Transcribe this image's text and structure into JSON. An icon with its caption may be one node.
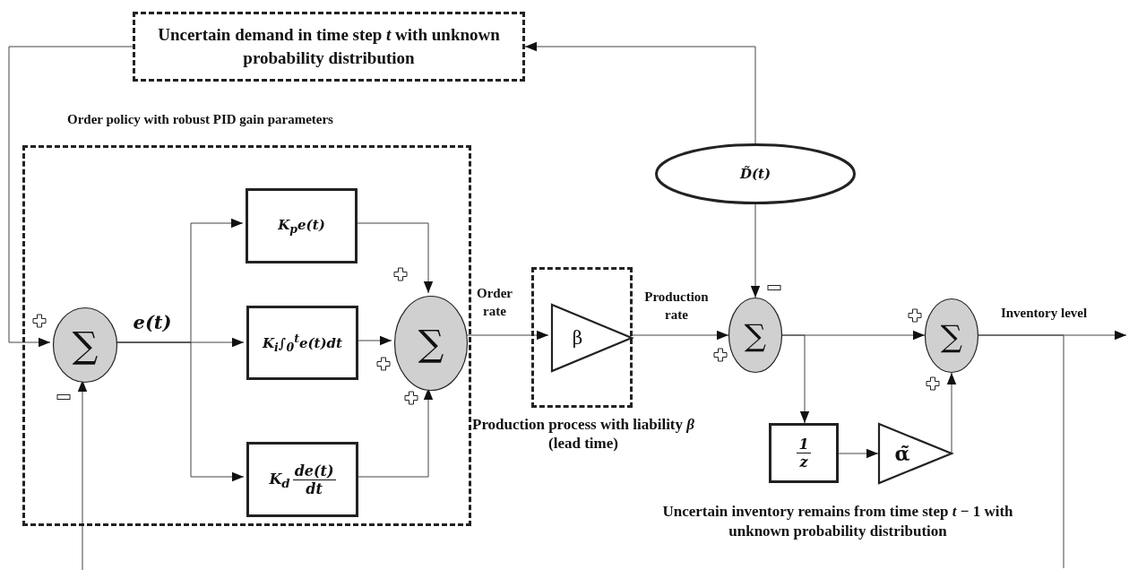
{
  "diagram": {
    "nodes": [
      {
        "text": [
          "Uncertain demand in time step *t* with unknown probability distribution"
        ]
      },
      {
        "text": [
          "Order policy with robust PID gain parameters"
        ]
      },
      {
        "text": [
          "∑"
        ],
        "in": 1
      },
      {
        "text": [
          "K$_{p}$e(t)"
        ],
        "in": 1
      },
      {
        "text": [
          "K$_{i}$∫$_{0}$$^{t}$e(t)dt"
        ],
        "in": 1
      },
      {
        "text": [
          "K$_{d}$",
          "de(t)",
          "dt"
        ],
        "in": 1
      },
      {
        "text": [
          "∑"
        ],
        "in": 1
      },
      {
        "text": [
          "Production process with liability *β* (lead time)"
        ]
      },
      {
        "text": [
          "β"
        ],
        "in": 7
      },
      {
        "text": [
          "∑"
        ]
      },
      {
        "text": [
          "D̃(t)"
        ]
      },
      {
        "text": [
          "∑"
        ]
      },
      {
        "text": [
          "1",
          "z"
        ]
      },
      {
        "text": [
          "α̃"
        ]
      }
    ],
    "edges": [
      {
        "from": 0,
        "to": 2,
        "arrow": "to"
      },
      {
        "from": 10,
        "to": 0,
        "arrow": "to"
      },
      {
        "from": 2,
        "to": 3,
        "arrow": "to"
      },
      {
        "from": 2,
        "to": 4,
        "arrow": "to"
      },
      {
        "from": 2,
        "to": 5,
        "arrow": "to"
      },
      {
        "from": 3,
        "to": 6,
        "arrow": "to"
      },
      {
        "from": 4,
        "to": 6,
        "arrow": "to"
      },
      {
        "from": 5,
        "to": 6,
        "arrow": "to"
      },
      {
        "from": 6,
        "to": 8,
        "arrow": "to"
      },
      {
        "from": 8,
        "to": 9,
        "arrow": "to"
      },
      {
        "from": 10,
        "to": 9,
        "arrow": "to"
      },
      {
        "from": 9,
        "to": 11,
        "arrow": "to"
      },
      {
        "from": 9,
        "to": 12,
        "arrow": "to"
      },
      {
        "from": 12,
        "to": 13,
        "arrow": "to"
      },
      {
        "from": 13,
        "to": 11,
        "arrow": "to"
      },
      {
        "from": 11,
        "to": null,
        "arrow": "to"
      },
      {
        "from": 11,
        "to": null,
        "arrow": "none"
      },
      {
        "from": null,
        "to": 2,
        "arrow": "to"
      }
    ],
    "labels": [
      "e(t)",
      "Order rate",
      "Production rate",
      "Inventory level",
      "Uncertain inventory remains from time step *t* − 1 with unknown probability distribution"
    ]
  }
}
